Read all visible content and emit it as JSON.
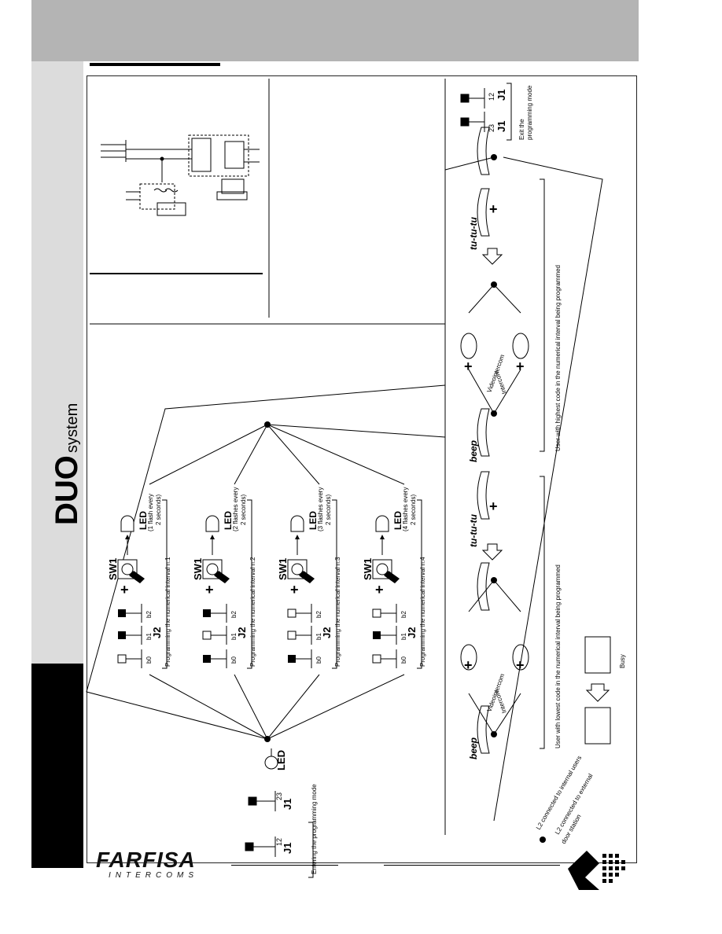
{
  "brand": {
    "name": "FARFISA",
    "sub": "INTERCOMS",
    "product_main": "DUO",
    "product_sub": "system"
  },
  "steps": {
    "enter": "Entering the programming mode",
    "exit_l1": "Exit the",
    "exit_l2": "programming mode",
    "l2_internal": "L2 connected to internal users",
    "l2_external_l1": "L2 connected to external",
    "l2_external_l2": "door station",
    "lowest_user": "User with lowest code in the numerical interval being programmed",
    "highest_user": "User with highest code in the numerical interval being programmed",
    "busy": "Busy"
  },
  "jumpers": {
    "j1": "J1",
    "j2": "J2",
    "pins_12": "12",
    "pins_23": "23",
    "b0": "b0",
    "b1": "b1",
    "b2": "b2"
  },
  "labels": {
    "sw1": "SW1",
    "led": "LED",
    "plus": "+",
    "beep": "beep",
    "tutu": "tu-tu-tu",
    "videointercom": "Videointercom",
    "intercom": "Intercom"
  },
  "intervals": [
    {
      "label": "Programming the numerical interval n.1",
      "flash_l1": "(1 flash every",
      "flash_l2": "2 seconds)",
      "bits": [
        0,
        1,
        1
      ]
    },
    {
      "label": "Programming the numerical interval n.2",
      "flash_l1": "(2 flashes every",
      "flash_l2": "2 seconds)",
      "bits": [
        1,
        0,
        1
      ]
    },
    {
      "label": "Programming the numerical interval n.3",
      "flash_l1": "(3 flashes every",
      "flash_l2": "2 seconds)",
      "bits": [
        1,
        0,
        0
      ]
    },
    {
      "label": "Programming the numerical interval n.4",
      "flash_l1": "(4 flashes every",
      "flash_l2": "2 seconds)",
      "bits": [
        0,
        1,
        0
      ]
    }
  ]
}
